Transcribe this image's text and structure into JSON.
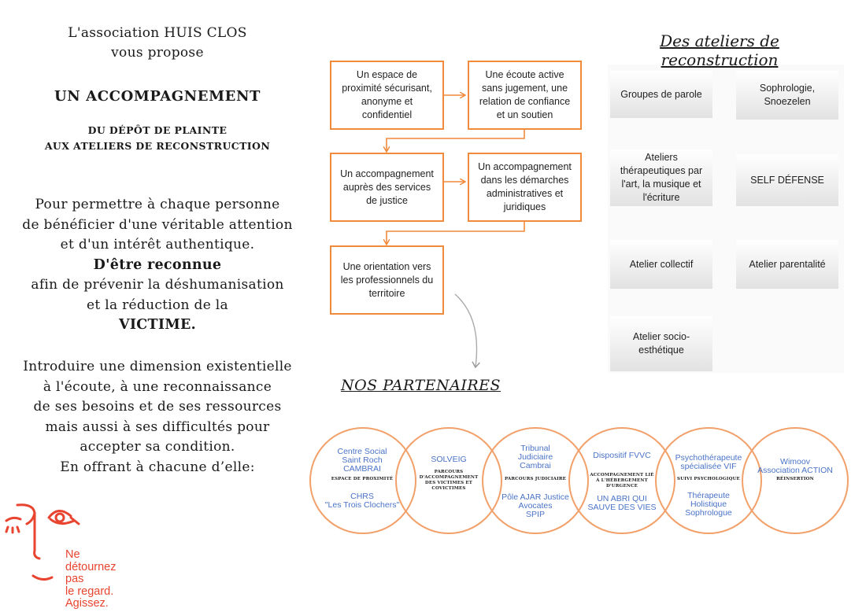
{
  "intro": {
    "line1": "L'association HUIS CLOS",
    "line2": "vous propose",
    "title": "UN ACCOMPAGNEMENT",
    "subtitle1": "DU DÉPÔT DE PLAINTE",
    "subtitle2": "AUX ATELIERS DE RECONSTRUCTION"
  },
  "para1": {
    "l1": "Pour permettre à chaque personne",
    "l2": "de bénéficier d'une véritable attention",
    "l3": "et d'un intérêt authentique.",
    "l4": "D'être reconnue",
    "l5": "afin de  prévenir la déshumanisation",
    "l6": "et la réduction de la",
    "l7": "VICTIME."
  },
  "para2": {
    "l1": "Introduire une dimension existentielle",
    "l2": "à l'écoute, à une reconnaissance",
    "l3": "de ses besoins et de ses ressources",
    "l4": "mais aussi à ses difficultés pour",
    "l5": "accepter sa condition.",
    "l6": "En offrant à chacune d’elle:"
  },
  "logo": {
    "l1": "Ne",
    "l2": "détournez",
    "l3": "pas",
    "l4": "le regard.",
    "l5": "Agissez."
  },
  "flow": {
    "b1": "Un espace de proximité sécurisant, anonyme  et confidentiel",
    "b2": "Une écoute active sans jugement, une relation de confiance et un soutien",
    "b3": "Un accompagnement auprès des services de justice",
    "b4": "Un accompagnement dans les démarches administratives et juridiques",
    "b5": "Une orientation vers les professionnels du territoire"
  },
  "ateliers": {
    "title": "Des ateliers de reconstruction",
    "a1": "Groupes de parole",
    "a2": "Sophrologie, Snoezelen",
    "a3": "Ateliers thérapeutiques par l'art, la musique et l'écriture",
    "a4": "SELF DÉFENSE",
    "a5": "Atelier collectif",
    "a6": "Atelier parentalité",
    "a7": "Atelier socio-esthétique"
  },
  "partenaires": {
    "title": "NOS PARTENAIRES",
    "c1": {
      "top": "Centre Social\nSaint Roch\nCAMBRAI",
      "mid": "ESPACE DE PROXIMITÉ",
      "bottom": "CHRS\n\"Les Trois Clochers\""
    },
    "c2": {
      "top": "SOLVEIG",
      "mid": "PARCOURS\nD'ACCOMPAGNEMENT\nDES VICTIMES ET\nCOVICTIMES",
      "bottom": ""
    },
    "c3": {
      "top": "Tribunal\nJudiciaire\nCambrai",
      "mid": "PARCOURS JUDICIAIRE",
      "bottom": "Pôle AJAR Justice\nAvocates\nSPIP"
    },
    "c4": {
      "top": "Dispositif FVVC",
      "mid": "ACCOMPAGNEMENT LIÉ\nÀ L'HÉBERGEMENT\nD'URGENCE",
      "bottom": "UN ABRI QUI\nSAUVE DES VIES"
    },
    "c5": {
      "top": "Psychothérapeute\nspécialisée VIF",
      "mid": "SUIVI PSYCHOLOGIQUE",
      "bottom": "Thérapeute\nHolistique\nSophrologue"
    },
    "c6": {
      "top": "Wimoov\nAssociation ACTION",
      "mid": "RÉINSERTION",
      "bottom": ""
    }
  },
  "colors": {
    "orange": "#f08a3c",
    "logo_red": "#e8442f",
    "partner_blue": "#4a73c7"
  }
}
